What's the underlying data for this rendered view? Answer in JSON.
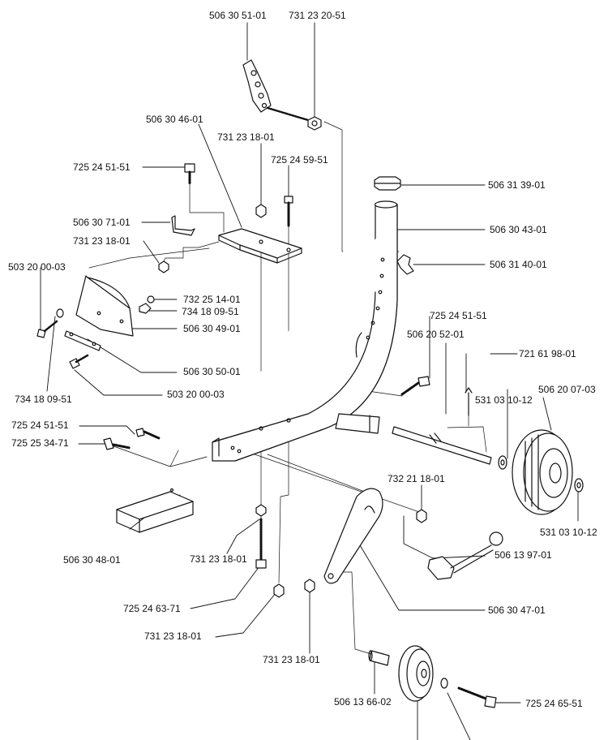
{
  "colors": {
    "ink": "#111111",
    "paper": "#ffffff"
  },
  "labels": {
    "p01": "506 30 51-01",
    "p02": "731 23 20-51",
    "p03": "506 30 46-01",
    "p04": "731 23 18-01",
    "p05": "725 24 51-51",
    "p06": "725 24 59-51",
    "p07": "506 31 39-01",
    "p08": "506 30 43-01",
    "p09": "506 30 71-01",
    "p10": "731 23 18-01",
    "p11": "503 20 00-03",
    "p12": "506 31 40-01",
    "p13": "732 25 14-01",
    "p14": "734 18 09-51",
    "p15": "506 30 49-01",
    "p16": "725 24 51-51",
    "p17": "506 20 52-01",
    "p18": "721 61 98-01",
    "p19": "506 30 50-01",
    "p20": "506 20 07-03",
    "p21": "531 03 10-12",
    "p22": "734 18 09-51",
    "p23": "503 20 00-03",
    "p24": "725 24 51-51",
    "p25": "725 25 34-71",
    "p26": "732 21 18-01",
    "p27": "531 03 10-12",
    "p28": "506 30 48-01",
    "p29": "731 23 18-01",
    "p30": "506 13 97-01",
    "p31": "725 24 63-71",
    "p32": "506 30 47-01",
    "p33": "731 23 18-01",
    "p34": "731 23 18-01",
    "p35": "506 13 66-02",
    "p36": "725 24 65-51"
  }
}
